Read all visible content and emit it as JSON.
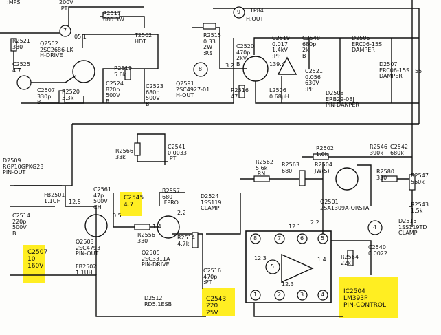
{
  "labels": {
    "top_left": ":MPS",
    "c_top": "200V\n:PT",
    "r2517": "R2517\n680 3W",
    "r2521": "R2521\n330",
    "q2502": "Q2502\n2SC2686-LK\nH-DRIVE",
    "t2502": "T2502\nHDT",
    "r2515": "R2515\n0.33\n2W\n:RS",
    "tp84": "TP84",
    "h_out": "H.OUT",
    "c2525": "C2525\n4.7",
    "c2507_top": "C2507\n330p\nB",
    "r2520": "R2520\n3.3k",
    "r2519": "R2519\n5.6k",
    "c2524": "C2524\n820p\n500V\nB",
    "c2523": "C2523\n680p\n500V\nB",
    "c2520": "C2520\n470p\n2kV\nB",
    "q2591": "Q2591\n2SC4927-01\nH-OUT",
    "r2516": "R2516\n47",
    "c2519": "C2519\n0.017\n1.4kV\n:PP",
    "c2548": "C2548\n680p\n2k\nB",
    "c2521": "C2521\n0.056\n630V\n:PP",
    "l2506": "L2506\n0.68µH",
    "d2506": "D2506\nERC06-15S\nDAMPER",
    "d2507": "D2507\nERC06-15S\nDAMPER",
    "d2508": "D2508\nERB29-08J\nPIN-DANPER",
    "r2566": "R2566\n33k",
    "c2541": "C2541\n0.0033\n:PT",
    "r2502": "R2502\n1.0k",
    "r2546": "R2546\n390k",
    "c2542": "C2542\n680k",
    "r2562": "R2562\n5.6k\n:RN",
    "r2563": "R2563\n680",
    "r2504": "R2504\nJW(S)",
    "r2580": "R2580\n330",
    "r2547": "R2547\n560k",
    "d2509": "D2509\nRGP10GPKG23\nPIN-OUT",
    "fb2501": "FB2501\n1.1UH",
    "c2561": "C2561\n47p\n500V\nCH",
    "c2545": "C2545\n4.7",
    "r2557": "R2557\n680\n:FPRO",
    "q2501": "Q2501\n2SA1309A-QRSTA",
    "d2524": "D2524\n1SS119\nCLAMP",
    "r2543": "R2543\n1.5k",
    "d2515": "D2515\n1SS119TD\nCLAMP",
    "c2514": "C2514\n220p\n500V\nB",
    "q2503": "Q2503\n2SC4793\nPIN-OUT",
    "r2556": "R2556\n330",
    "r2514": "R2514\n4.7k",
    "c2540": "C2540\n0.0022",
    "r2564": "R2564\n22k",
    "c2507": "C2507\n10\n160V",
    "fb2502": "FB2502\n1.1UH",
    "q2505": "Q2505\n2SC3311A\nPIN-DRIVE",
    "c2516": "C2516\n470p\n:PT",
    "d2512": "D2512\nRD5.1ESB",
    "c2543": "C2543\n220\n25V",
    "ic2504": "IC2504\nLM393P\nPIN-CONTROL",
    "pin8": "8",
    "pin7": "7",
    "pin6": "6",
    "pin5": "5",
    "pin1": "1",
    "pin2": "2",
    "pin3": "3",
    "pin4": "4",
    "v_121": "12.1",
    "v_22": "2.2",
    "v_123": "12.3",
    "v_123b": "12.3",
    "v_14": "1.4",
    "v_125": "12.5",
    "v_05": "0.5",
    "v_22b": "2.2",
    "v_14b": "1.4",
    "tp7": "7",
    "tp8": "8",
    "tp9": "9",
    "tp4": "4",
    "tp5": "5",
    "v_051": "05.1",
    "v_32": "3.2",
    "v_1394": "139.4",
    "right_mark": "55"
  }
}
